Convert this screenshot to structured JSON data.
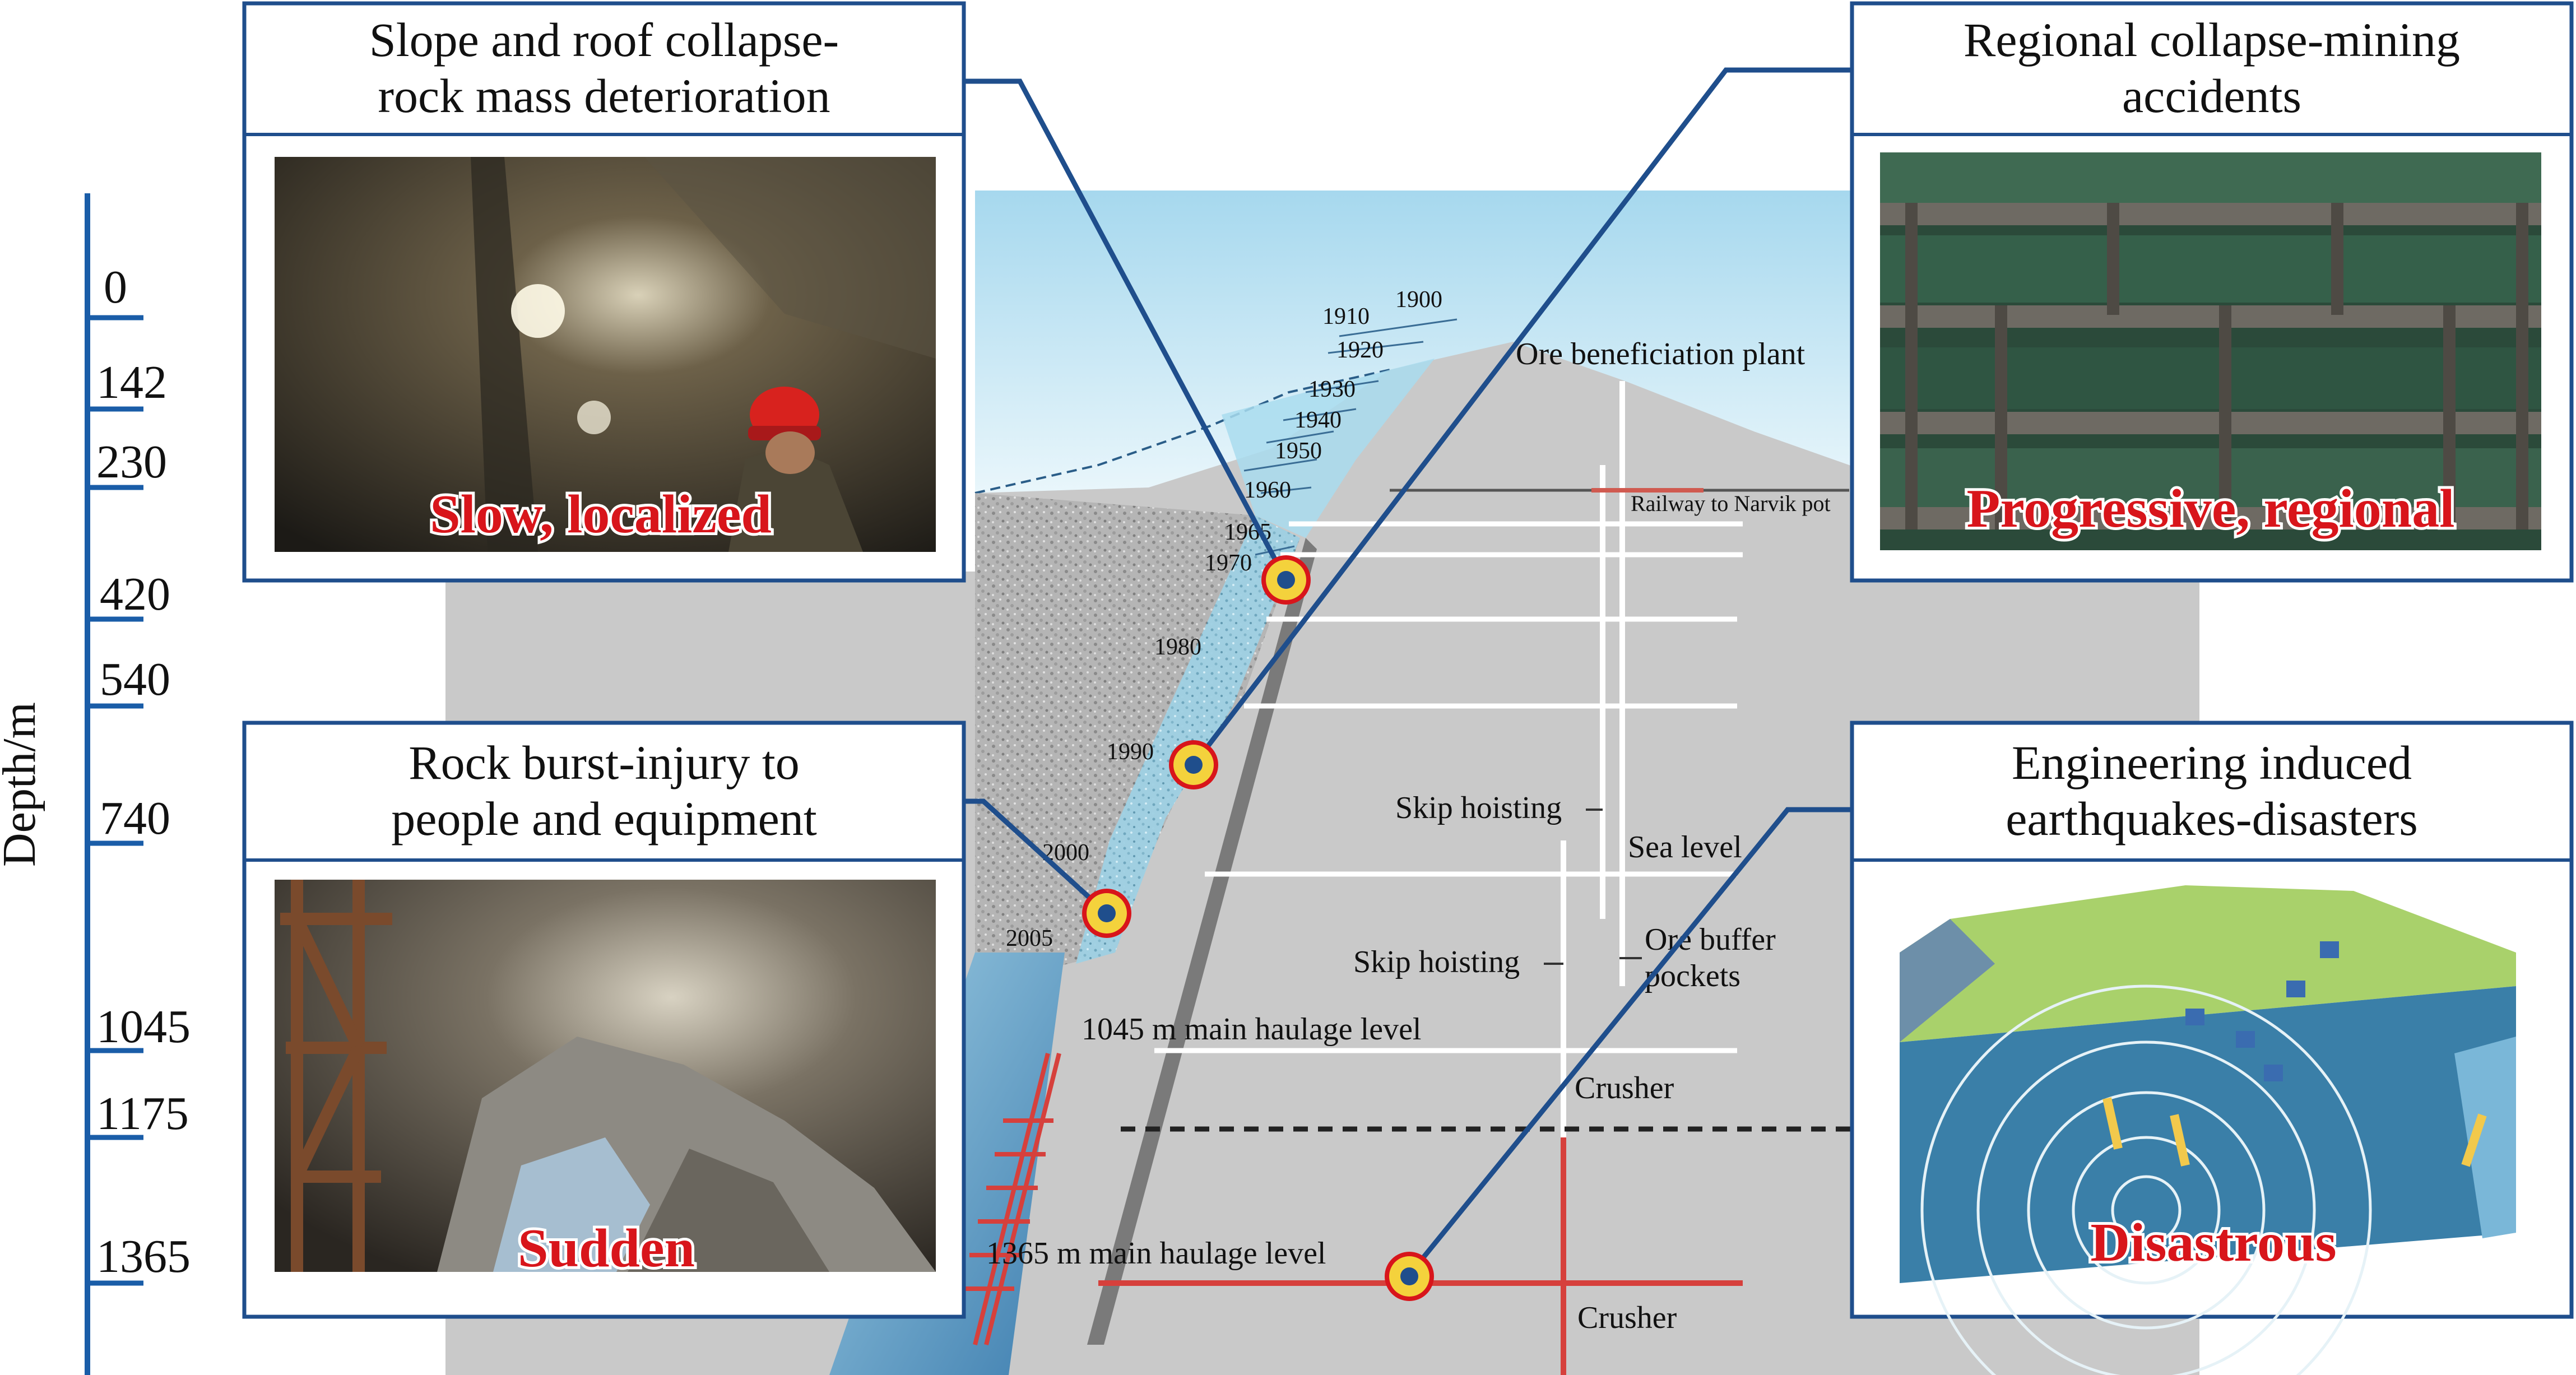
{
  "depth_axis": {
    "title": "Depth/m",
    "ticks": [
      "0",
      "142",
      "230",
      "420",
      "540",
      "740",
      "1045",
      "1175",
      "1365"
    ]
  },
  "callouts": {
    "slope": {
      "title_line1": "Slope and roof collapse-",
      "title_line2": "rock mass deterioration",
      "caption": "Slow, localized"
    },
    "rockburst": {
      "title_line1": "Rock burst-injury to",
      "title_line2": "people and equipment",
      "caption": "Sudden"
    },
    "regional": {
      "title_line1": "Regional collapse-mining",
      "title_line2": "accidents",
      "caption": "Progressive, regional"
    },
    "earthquake": {
      "title_line1": "Engineering induced",
      "title_line2": "earthquakes-disasters",
      "caption": "Disastrous"
    }
  },
  "mine_labels": {
    "plant": "Ore beneficiation plant",
    "railway": "Railway to Narvik pot",
    "skip1": "Skip hoisting",
    "sea": "Sea level",
    "skip2": "Skip hoisting",
    "buffer1": "Ore buffer",
    "buffer2": "pockets",
    "level1045": "1045 m main haulage level",
    "crusher1": "Crusher",
    "level1365": "1365 m main haulage level",
    "crusher2": "Crusher"
  },
  "years": [
    "1900",
    "1910",
    "1920",
    "1930",
    "1940",
    "1950",
    "1960",
    "1965",
    "1970",
    "1980",
    "1990",
    "2000",
    "2005"
  ],
  "colors": {
    "accent_blue": "#1f4e8c",
    "callout_red": "#d8151b",
    "marker_yellow": "#f4d23c",
    "rock_gray": "#c9c9c9",
    "sky_blue": "#bfe3f2"
  }
}
